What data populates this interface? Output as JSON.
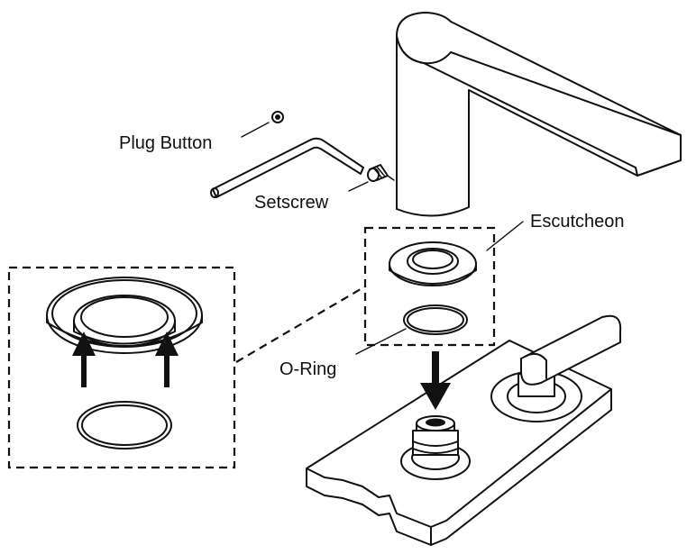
{
  "labels": {
    "plug_button": "Plug Button",
    "setscrew": "Setscrew",
    "escutcheon": "Escutcheon",
    "o_ring": "O-Ring"
  },
  "colors": {
    "line": "#111111",
    "background": "#ffffff"
  },
  "icons": [
    "install-arrow-down-icon",
    "lift-arrow-up-icon"
  ]
}
